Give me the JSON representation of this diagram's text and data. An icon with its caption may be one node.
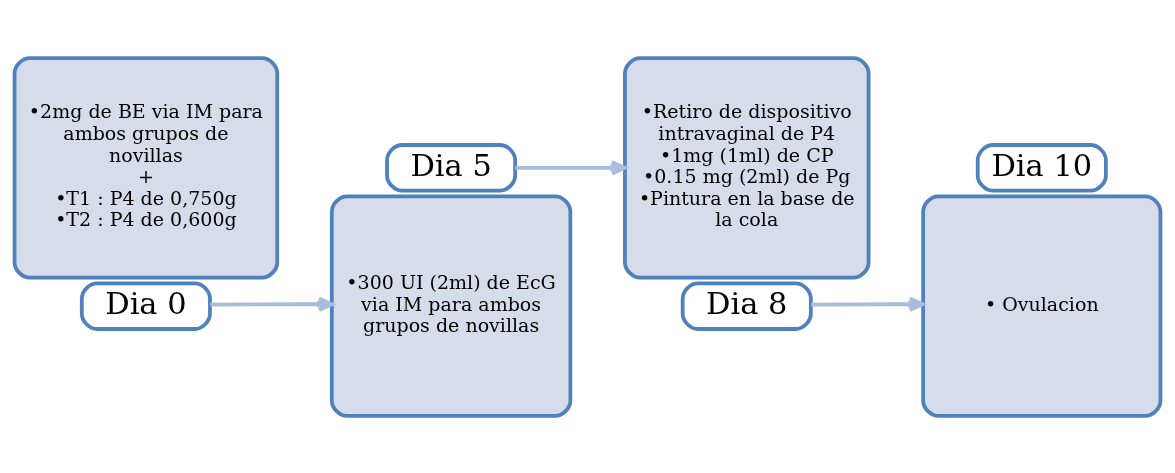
{
  "diagram": {
    "nodes": [
      {
        "text": [
          "•2mg de BE via IM para ambos grupos de novillas",
          "+",
          "•T1 : P4 de 0,750g",
          "•T2 : P4 de 0,600g"
        ]
      },
      {
        "text": [
          "Dia 0"
        ]
      },
      {
        "text": [
          "Dia 5"
        ]
      },
      {
        "text": [
          "•300 UI (2ml) de EcG via IM para ambos grupos de novillas"
        ]
      },
      {
        "text": [
          "•Retiro de dispositivo intravaginal de P4",
          "•1mg (1ml) de CP",
          "•0.15 mg (2ml) de Pg",
          "•Pintura en la base de la cola"
        ]
      },
      {
        "text": [
          "Dia 8"
        ]
      },
      {
        "text": [
          "Dia 10"
        ]
      },
      {
        "text": [
          "• Ovulacion"
        ]
      }
    ],
    "edges": [
      {
        "from": 1,
        "to": 3,
        "arrow": "to"
      },
      {
        "from": 2,
        "to": 4,
        "arrow": "to"
      },
      {
        "from": 5,
        "to": 7,
        "arrow": "to"
      }
    ]
  }
}
